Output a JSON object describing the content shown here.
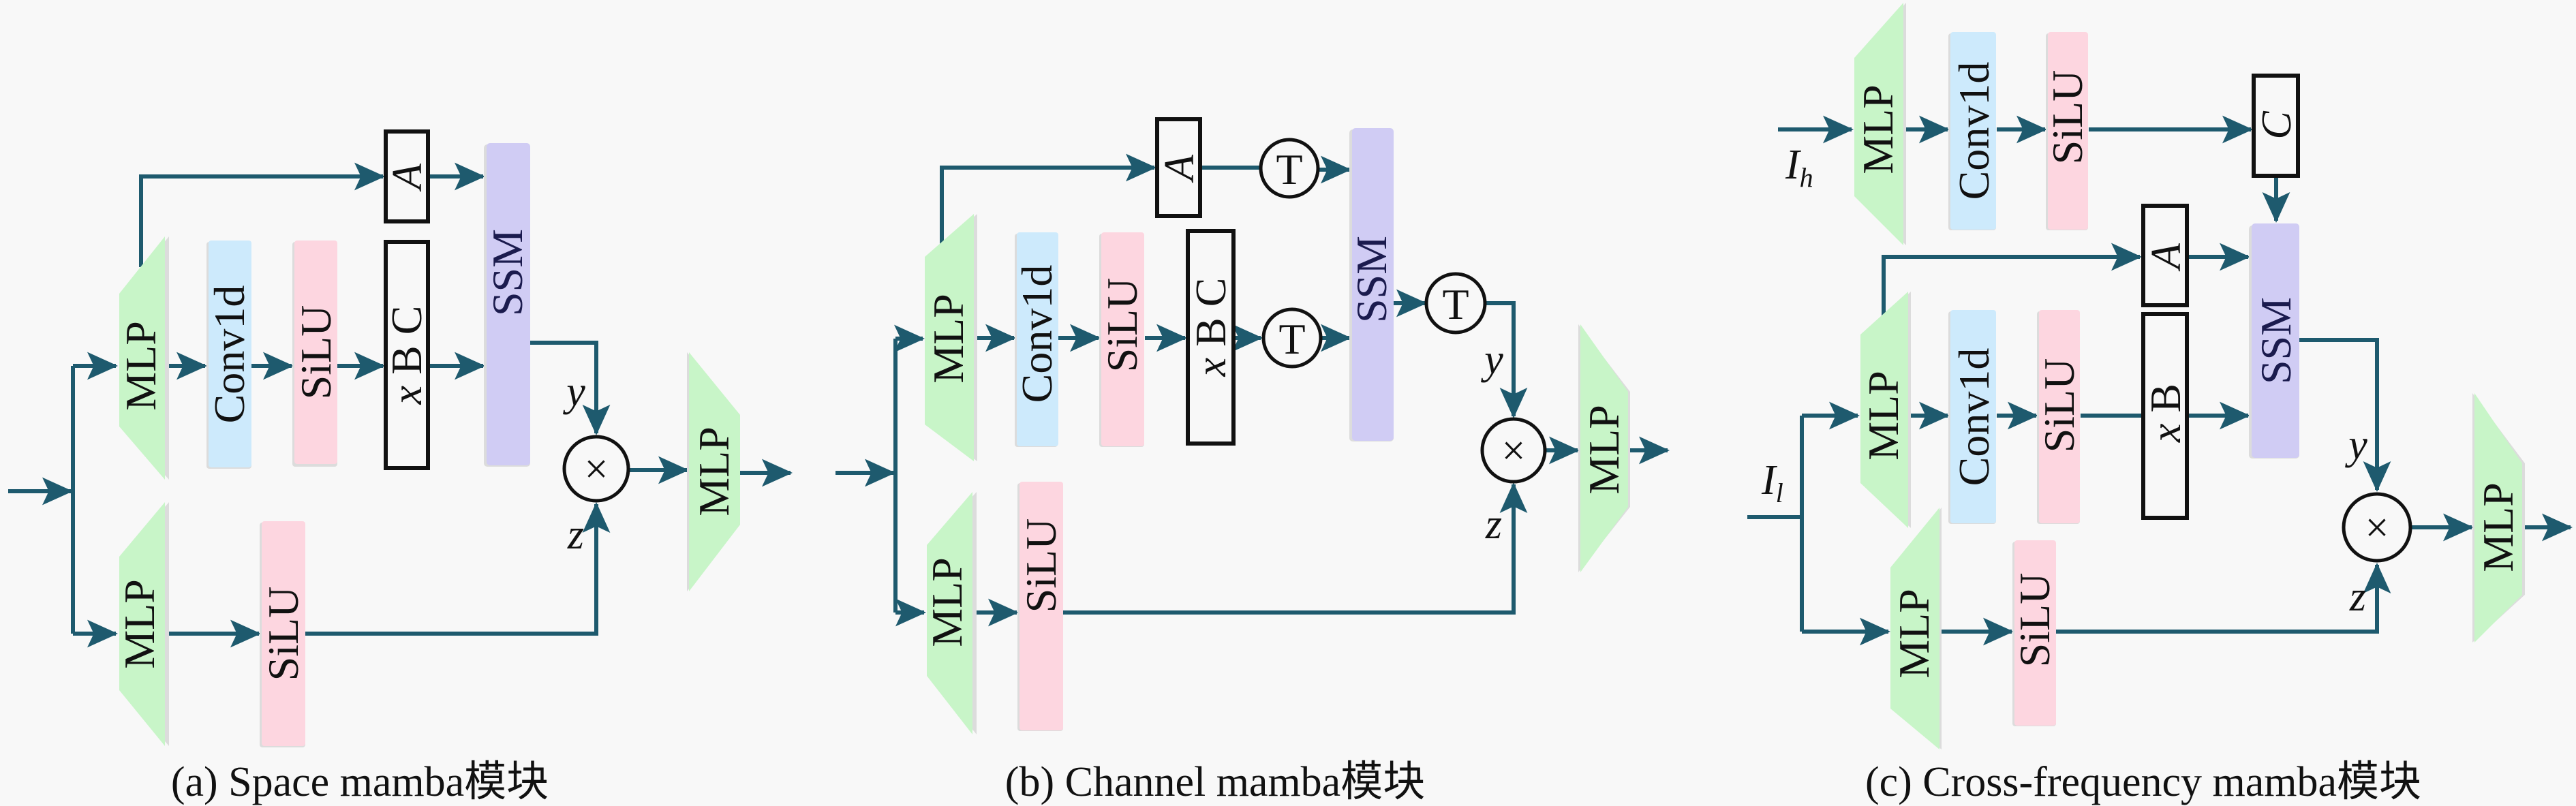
{
  "figure": {
    "colors": {
      "background": "#f8f8f8",
      "wire": "#1e5a6e",
      "mlp": "#c8f5c8",
      "conv": "#cdeafc",
      "silu": "#fdd6e0",
      "ssm": "#d0ccf4",
      "box_stroke": "#111111"
    },
    "panels": [
      {
        "id": "a",
        "caption": "(a) Space mamba模块",
        "blocks": {
          "mlp_upper": "MLP",
          "conv1d": "Conv1d",
          "silu_upper": "SiLU",
          "a_box": "A",
          "xbc_box_x": "x",
          "xbc_box_rest": " B C",
          "ssm": "SSM",
          "mlp_lower": "MLP",
          "silu_lower": "SiLU",
          "mlp_out": "MLP"
        },
        "labels": {
          "y": "y",
          "z": "z",
          "multiply": "×"
        }
      },
      {
        "id": "b",
        "caption": "(b) Channel mamba模块",
        "blocks": {
          "mlp_upper": "MLP",
          "conv1d": "Conv1d",
          "silu_upper": "SiLU",
          "a_box": "A",
          "transpose_a": "T",
          "xbc_box_x": "x",
          "xbc_box_rest": " B C",
          "transpose_xbc": "T",
          "ssm": "SSM",
          "transpose_out": "T",
          "mlp_lower": "MLP",
          "silu_lower": "SiLU",
          "mlp_out": "MLP"
        },
        "labels": {
          "y": "y",
          "z": "z",
          "multiply": "×"
        }
      },
      {
        "id": "c",
        "caption": "(c) Cross-frequency mamba模块",
        "blocks": {
          "mlp_high": "MLP",
          "conv1d_high": "Conv1d",
          "silu_high": "SiLU",
          "c_box": "C",
          "a_box": "A",
          "xb_box_x": "x",
          "xb_box_rest": " B",
          "ssm": "SSM",
          "mlp_upper": "MLP",
          "conv1d": "Conv1d",
          "silu_upper": "SiLU",
          "mlp_lower": "MLP",
          "silu_lower": "SiLU",
          "mlp_out": "MLP"
        },
        "labels": {
          "input_high": "I",
          "input_high_sub": "h",
          "input_low": "I",
          "input_low_sub": "l",
          "y": "y",
          "z": "z",
          "multiply": "×"
        }
      }
    ]
  }
}
